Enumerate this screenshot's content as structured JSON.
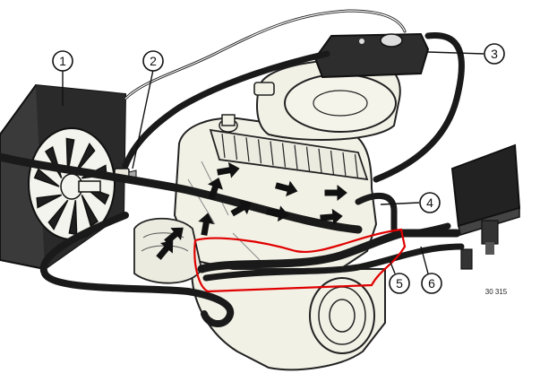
{
  "callouts": [
    "1",
    "2",
    "3",
    "4",
    "5",
    "6"
  ],
  "figure_code": "30 315",
  "colors": {
    "hose": "#1a1a1a",
    "engine_fill": "#f2f1e6",
    "line": "#222222",
    "highlight": "#e00000"
  }
}
